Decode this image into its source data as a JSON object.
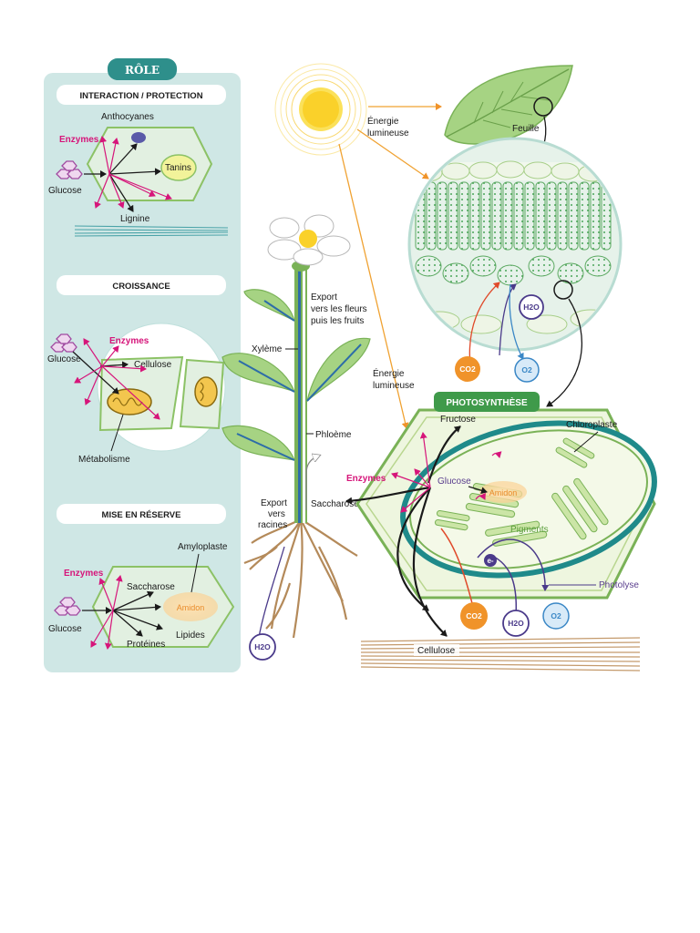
{
  "role_panel": {
    "title": "RÔLE",
    "sections": [
      {
        "header": "INTERACTION / PROTECTION",
        "labels": {
          "anthocyanes": "Anthocyanes",
          "enzymes": "Enzymes",
          "tanins": "Tanins",
          "glucose": "Glucose",
          "lignine": "Lignine"
        }
      },
      {
        "header": "CROISSANCE",
        "labels": {
          "enzymes": "Enzymes",
          "glucose": "Glucose",
          "cellulose": "Cellulose",
          "metabolisme": "Métabolisme"
        }
      },
      {
        "header": "MISE EN RÉSERVE",
        "labels": {
          "amyloplaste": "Amyloplaste",
          "enzymes": "Enzymes",
          "saccharose": "Saccharose",
          "amidon": "Amidon",
          "glucose": "Glucose",
          "lipides": "Lipides",
          "proteines": "Protéines"
        }
      }
    ]
  },
  "plant": {
    "export_fleurs_l1": "Export",
    "export_fleurs_l2": "vers les fleurs",
    "export_fleurs_l3": "puis les fruits",
    "xyleme": "Xylème",
    "phloeme": "Phloème",
    "export_racines_l1": "Export",
    "export_racines_l2": "vers",
    "export_racines_l3": "racines",
    "saccharose": "Saccharose",
    "h2o": "H2O"
  },
  "light": {
    "energie_1_l1": "Énergie",
    "energie_1_l2": "lumineuse",
    "energie_2_l1": "Énergie",
    "energie_2_l2": "lumineuse",
    "feuille": "Feuille"
  },
  "leaf_zoom": {
    "h2o": "H2O",
    "co2": "CO2",
    "o2": "O2"
  },
  "photosynthese": {
    "title": "PHOTOSYNTHÈSE",
    "fructose": "Fructose",
    "chloroplaste": "Chloroplaste",
    "enzymes": "Enzymes",
    "glucose": "Glucose",
    "amidon": "Amidon",
    "pigments": "Pigments",
    "electron": "e-",
    "photolyse": "Photolyse",
    "co2": "CO2",
    "h2o": "H2O",
    "o2": "O2",
    "cellulose": "Cellulose"
  },
  "colors": {
    "panel": "#cfe7e5",
    "cell_green": "#8cc266",
    "magenta": "#d6157a",
    "orange": "#f0932a",
    "purple": "#4a3a8a",
    "blue": "#3a87c6",
    "teal": "#1f8a8a"
  }
}
